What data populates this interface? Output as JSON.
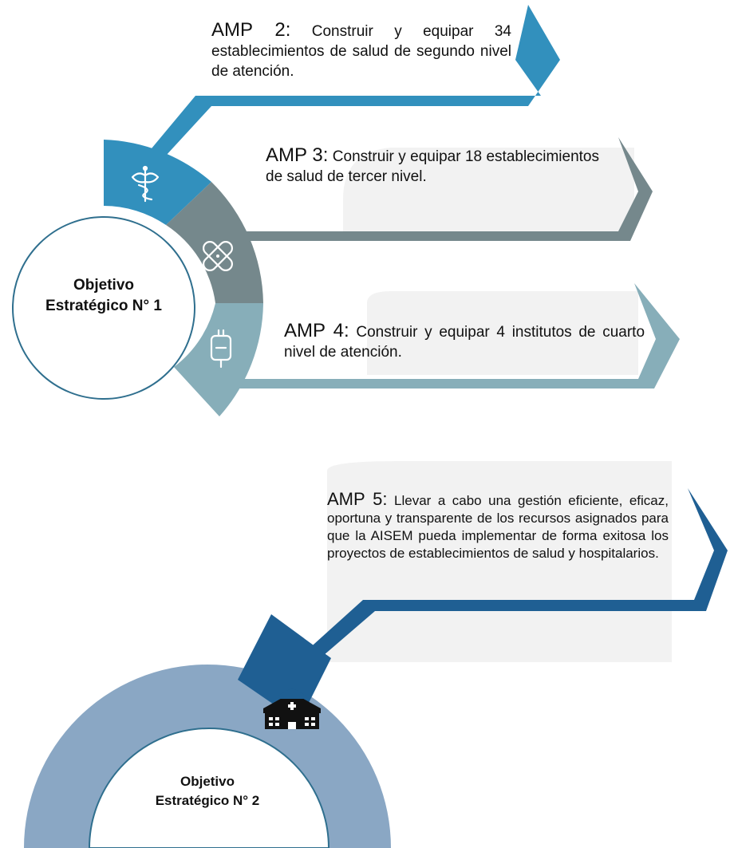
{
  "colors": {
    "amp2": "#3290bd",
    "amp3": "#75888c",
    "amp4": "#87aeb9",
    "amp5": "#1f5f93",
    "obj2_ring": "#8aa7c4",
    "panel": "#f2f2f2",
    "objective_border": "#2f6f8e"
  },
  "icons": {
    "amp2": "caduceus-icon",
    "amp3": "bandage-icon",
    "amp4": "iv-bag-icon",
    "amp5": "hospital-icon"
  },
  "objective1": {
    "line1": "Objetivo",
    "line2": "Estratégico N° 1",
    "items": [
      {
        "code": "AMP 2:",
        "text": "Construir y equipar 34 establecimientos de salud de segundo nivel de atención."
      },
      {
        "code": "AMP 3:",
        "text": "Construir y equipar 18 establecimientos de salud de tercer nivel."
      },
      {
        "code": "AMP 4:",
        "text": "Construir y equipar 4 institutos de cuarto nivel de atención."
      }
    ]
  },
  "objective2": {
    "line1": "Objetivo",
    "line2": "Estratégico N° 2",
    "items": [
      {
        "code": "AMP 5:",
        "text": "Llevar a cabo una gestión eficiente, eficaz, oportuna y transparente de los recursos asignados para que la AISEM pueda implementar de forma exitosa los proyectos de establecimientos de salud y hospitalarios."
      }
    ]
  }
}
